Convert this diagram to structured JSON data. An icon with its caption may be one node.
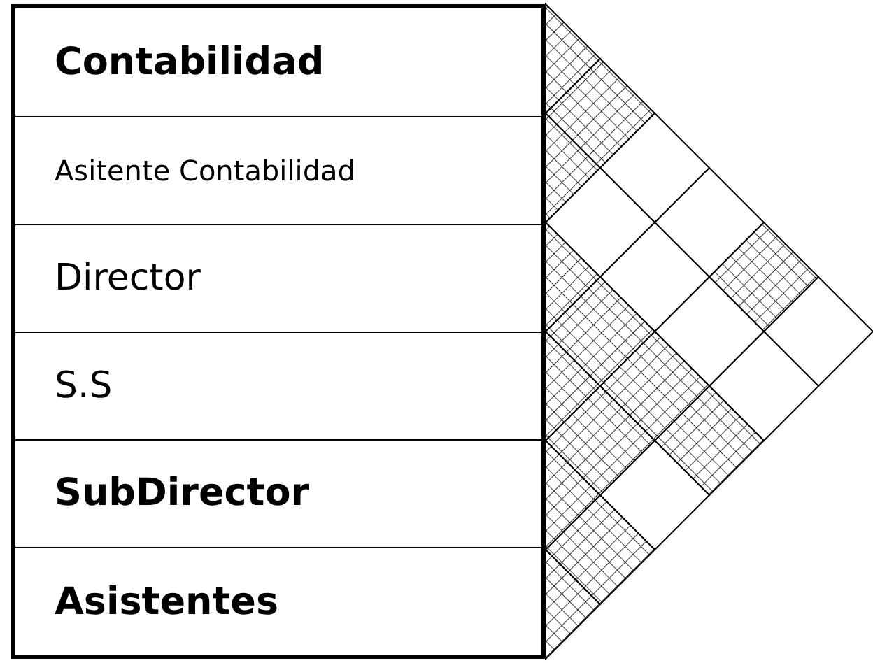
{
  "diagram": {
    "nodes": [
      {
        "text": [
          "Contabilidad"
        ]
      },
      {
        "text": [
          "Asitente Contabilidad"
        ]
      },
      {
        "text": [
          "Director"
        ]
      },
      {
        "text": [
          "S.S"
        ]
      },
      {
        "text": [
          "SubDirector"
        ]
      },
      {
        "text": [
          "Asistentes"
        ]
      }
    ]
  }
}
